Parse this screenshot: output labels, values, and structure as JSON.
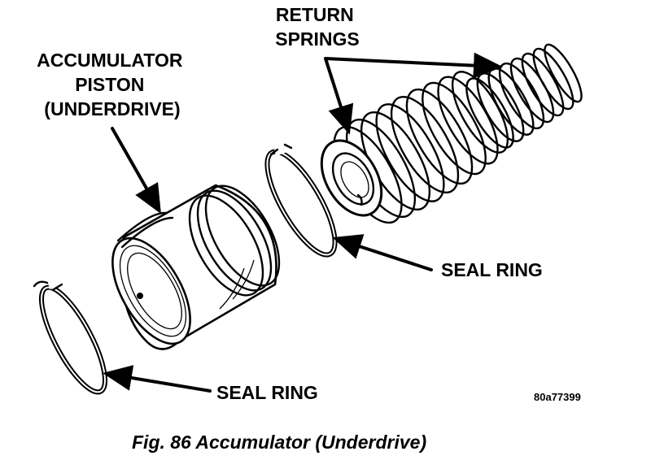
{
  "labels": {
    "return_springs": [
      "RETURN",
      "SPRINGS"
    ],
    "accumulator_piston": [
      "ACCUMULATOR",
      "PISTON",
      "(UNDERDRIVE)"
    ],
    "seal_ring_upper": "SEAL RING",
    "seal_ring_lower": "SEAL RING"
  },
  "figure_code": "80a77399",
  "caption": "Fig. 86 Accumulator (Underdrive)"
}
